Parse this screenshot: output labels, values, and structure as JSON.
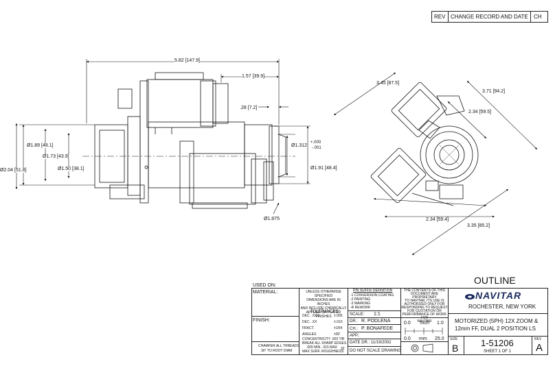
{
  "rev_block": {
    "rev": "REV",
    "change_record": "CHANGE RECORD AND DATE",
    "ch": "CH"
  },
  "dims_side": {
    "overall_len": "5.82 [147.9]",
    "len_157": "1.57 [39.9]",
    "len_28": ".28 [7.2]",
    "d189": "Ø1.89 [48.1]",
    "d173": "Ø1.73 [43.9]",
    "d150": "Ø1.50 [38.1]",
    "d204": "Ø2.04 [51.8]",
    "d1312": "Ø1.312",
    "tol_plus": "+.000",
    "tol_minus": "-.001",
    "d191": "Ø1.91 [48.4]",
    "d1875": "Ø1.875"
  },
  "dims_front": {
    "w345": "3.45 [87.5]",
    "w371": "3.71 [94.2]",
    "w234a": "2.34 [59.5]",
    "w234b": "2.34 [59.4]",
    "w335": "3.35 [85.2]"
  },
  "title": "OUTLINE",
  "used_on": "USED ON:",
  "material": "MATERIAL:",
  "finish": "FINISH:",
  "chamfer": "CHAMFER ALL THREADS",
  "chamfer2": "30° TO ROOT DIAM",
  "unless": [
    "UNLESS OTHERWISE",
    "SPECIFIED",
    "DIMENSIONS ARE IN INCHES",
    "AND INCLUDE CHEMICALLY",
    "APPLIED OR PLATED FINISHES"
  ],
  "tolerances": "TOLERANCES:",
  "tol_rows": [
    {
      "k": "DEC. .XXX",
      "v": "±.005"
    },
    {
      "k": "DEC. .XX",
      "v": "±.010"
    },
    {
      "k": "FRACT.",
      "v": "±1/64"
    },
    {
      "k": "ANGLES",
      "v": "±30'"
    }
  ],
  "conc": "CONCENTRICITY .003 TIR",
  "break": "BREAK ALL SHARP EDGES",
  "break2": ".005 MIN. .015 MAX",
  "rough": "MAX SURF. ROUGHNESS",
  "rough_v": "32",
  "pn_def": "P/N SUFFIX DEFINITION",
  "pn_rows": [
    "-1 CONVERSION COATING",
    "-2 PAINTING",
    "-3 MARKING",
    "-R REWORK"
  ],
  "scale_l": "SCALE:",
  "scale_v": "1:1",
  "dr_l": "DR.:",
  "dr_v": "R. PODLENA",
  "ch_l": "CH.:",
  "ch_v": "P. BONAFEDE",
  "app_l": "APP.:",
  "date_l": "DATE DR.: 11/19/2002",
  "noscale": "DO NOT SCALE DRAWING",
  "prop": [
    "THE CONTENTS OF THIS",
    "DOCUMENT ARE PROPRIETARY",
    "TO NAVITAR, ITS USE IS",
    "AUTHORIZED ONLY FOR",
    "RESPONDING TO REQUEST",
    "FOR QUOTATION OR",
    "PERFORMANCE OF WORK FOR",
    "NAVITAR"
  ],
  "ruler": {
    "in_a": "0.0",
    "in_u": "inch",
    "in_b": "1.0",
    "mm_a": "0.0",
    "mm_u": "mm",
    "mm_b": "25.0"
  },
  "logo": "NAVITAR",
  "location": "ROCHESTER, NEW YORK",
  "desc1": "MOTORIZED (5PH) 12X ZOOM &",
  "desc2": "12mm FF, DUAL 2 POSITION LS",
  "size_l": "SIZE",
  "size_v": "B",
  "dwg": "1-51206",
  "rev_l": "REV",
  "rev_v": "A",
  "sheet": "SHEET 1 OF 1"
}
